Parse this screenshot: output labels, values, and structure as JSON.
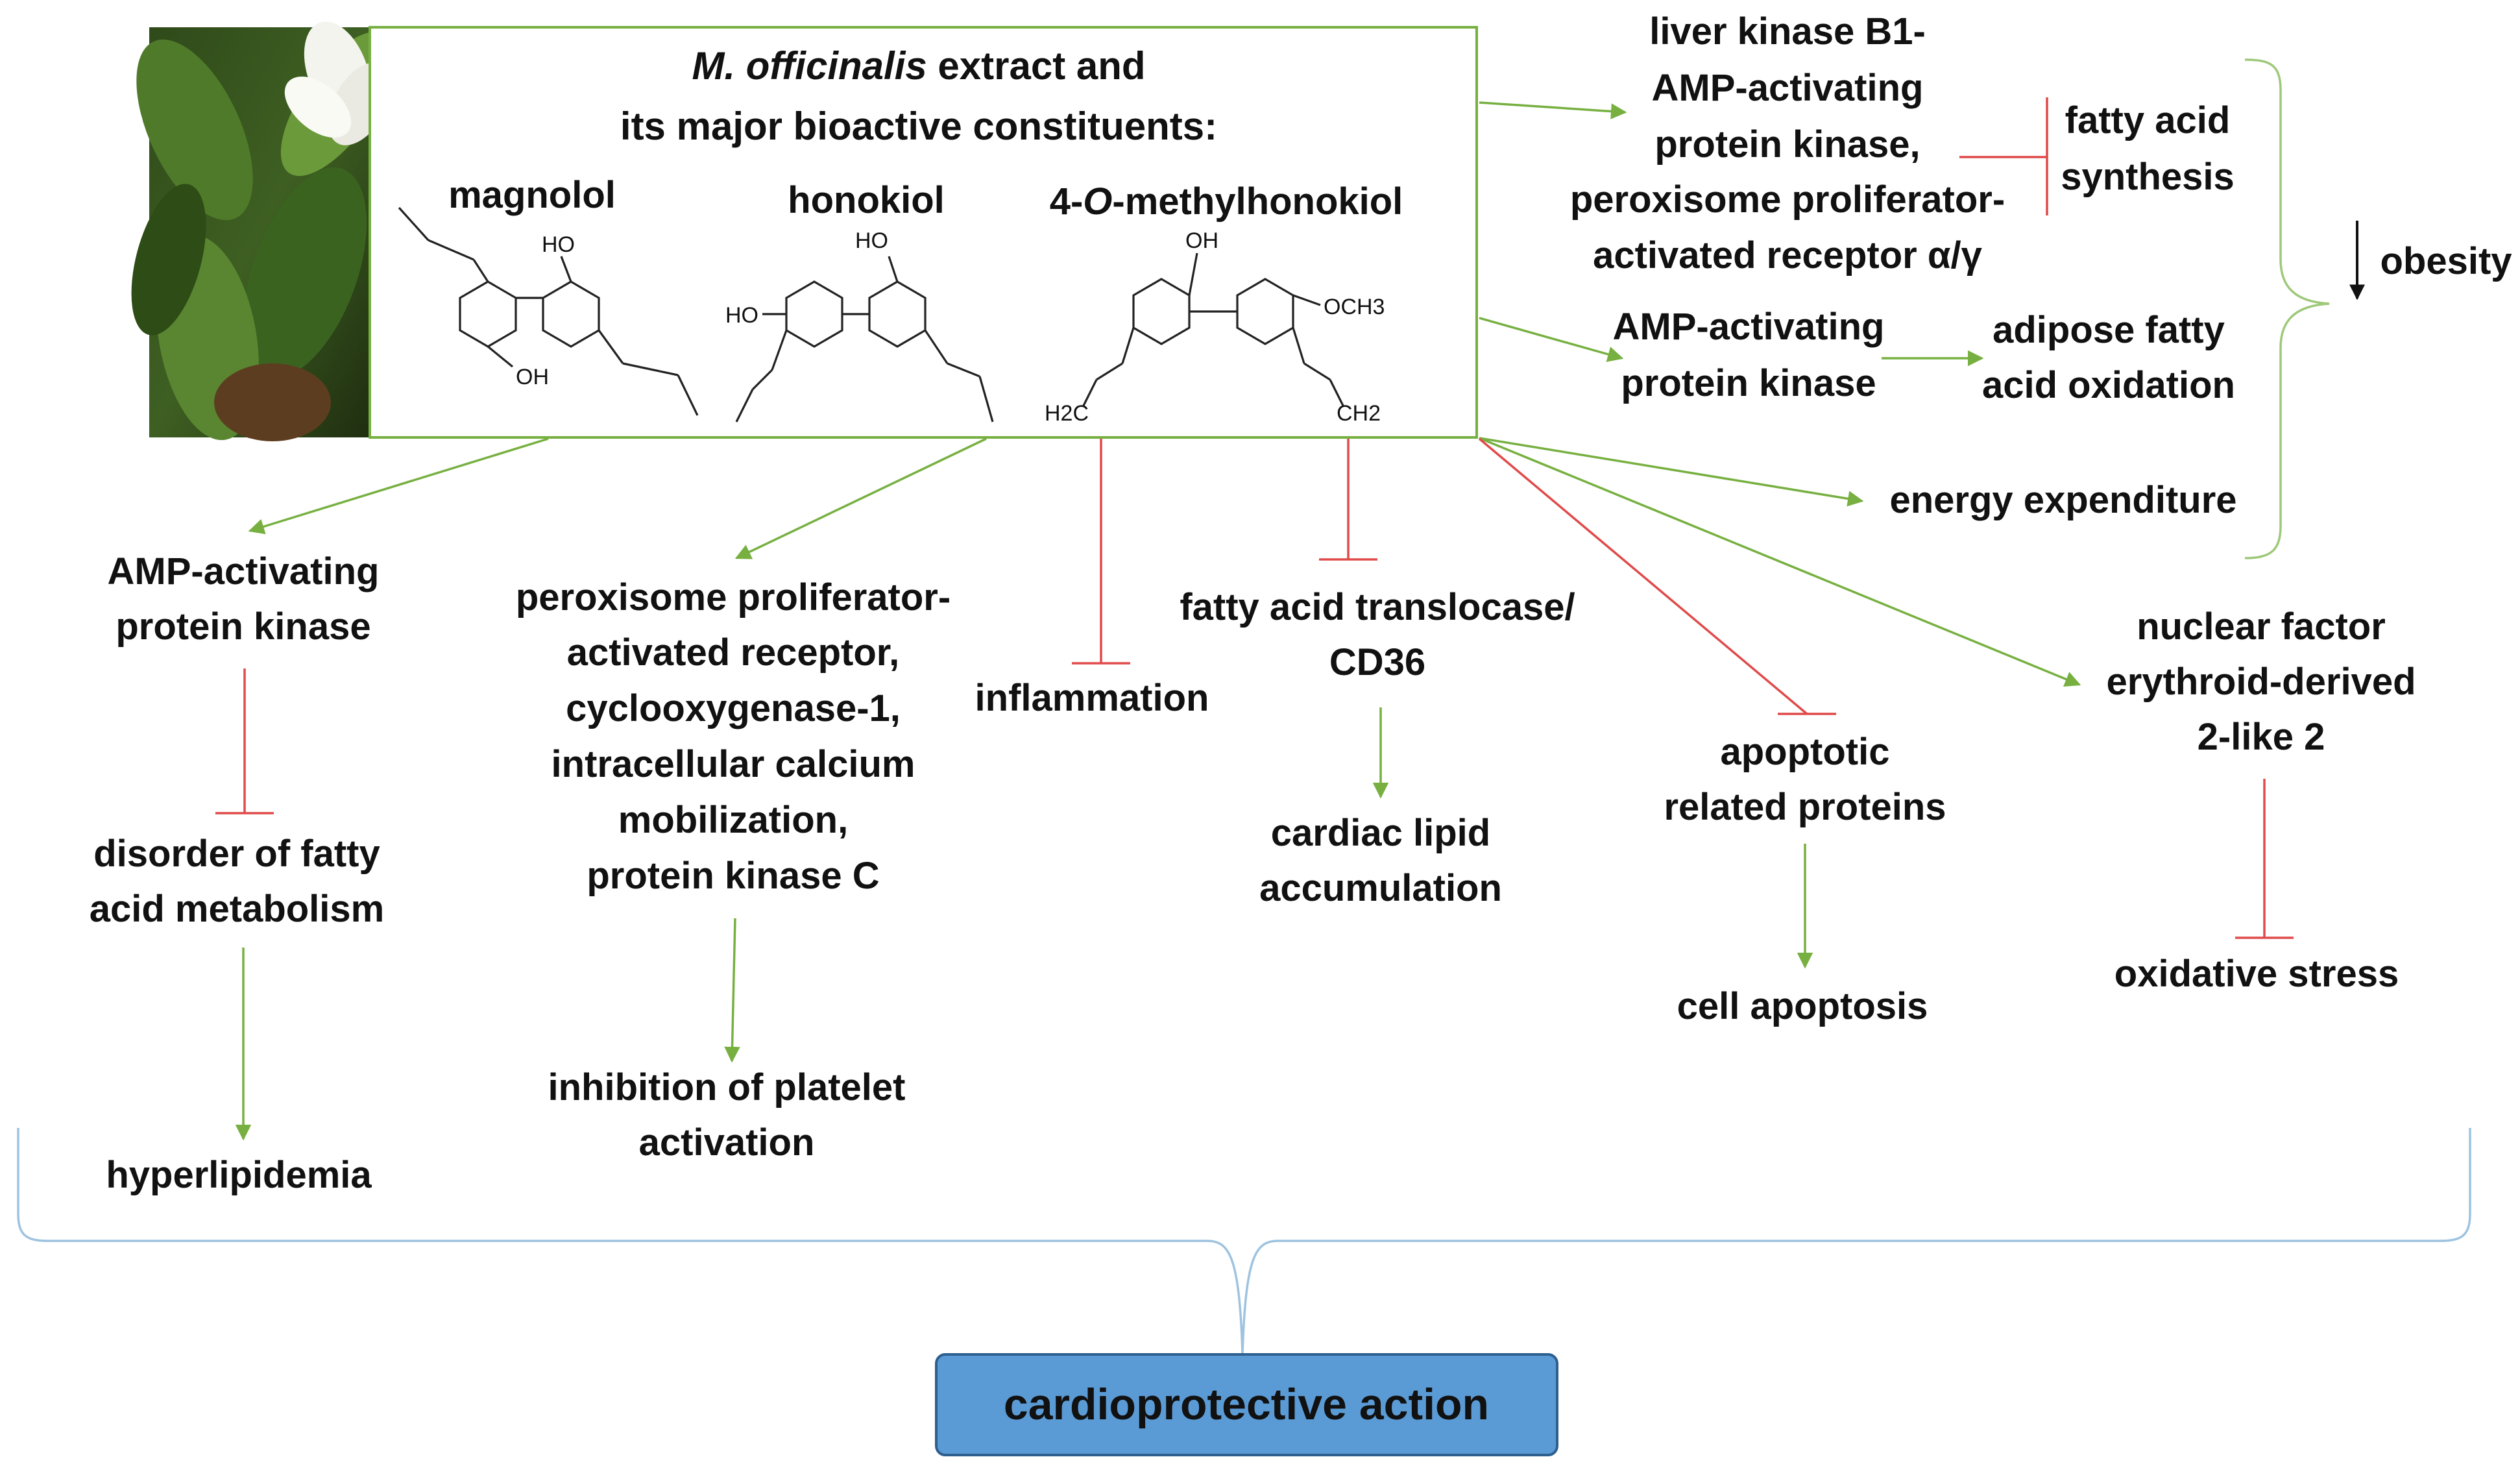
{
  "source": {
    "title_line1_italic": "M. officinalis",
    "title_line1_rest": " extract and",
    "title_line2": "its major bioactive constituents:",
    "compounds": {
      "magnolol": "magnolol",
      "honokiol": "honokiol",
      "methylhonokiol_prefix": "4-",
      "methylhonokiol_italic": "O",
      "methylhonokiol_suffix": "-methylhonokiol"
    },
    "chem_labels": {
      "ho": "HO",
      "oh": "OH",
      "och3": "OCH3",
      "h2c": "H2C",
      "ch2": "CH2"
    },
    "photo": "magnolia-flower-photo"
  },
  "right_column": {
    "lkb1": [
      "liver kinase B1-",
      "AMP-activating",
      "protein kinase,",
      "peroxisome proliferator-",
      "activated receptor α/γ"
    ],
    "fatty_acid_synthesis": [
      "fatty acid",
      "synthesis"
    ],
    "ampk2": [
      "AMP-activating",
      "protein kinase"
    ],
    "adipose": [
      "adipose fatty",
      "acid oxidation"
    ],
    "energy": "energy expenditure",
    "obesity": "obesity"
  },
  "bottom_nodes": {
    "ampk": [
      "AMP-activating",
      "protein kinase"
    ],
    "disorder": [
      "disorder of fatty",
      "acid metabolism"
    ],
    "hyperlipidemia": "hyperlipidemia",
    "ppar": [
      "peroxisome proliferator-",
      "activated receptor,",
      "cyclooxygenase-1,",
      "intracellular calcium",
      "mobilization,",
      "protein kinase C"
    ],
    "platelet": [
      "inhibition of platelet",
      "activation"
    ],
    "inflammation": "inflammation",
    "cd36": [
      "fatty acid translocase/",
      "CD36"
    ],
    "cardiac": [
      "cardiac lipid",
      "accumulation"
    ],
    "apoptotic": [
      "apoptotic",
      "related proteins"
    ],
    "cell_apoptosis": "cell apoptosis",
    "nrf2": [
      "nuclear factor",
      "erythroid-derived",
      "2-like 2"
    ],
    "oxidative": "oxidative stress"
  },
  "outcome": {
    "label": "cardioprotective action",
    "fill": "#5b9bd5"
  },
  "colors": {
    "activation": "#77b041",
    "inhibition": "#e04a4a",
    "source_border": "#77b041",
    "brace": "#9ec3e0"
  }
}
